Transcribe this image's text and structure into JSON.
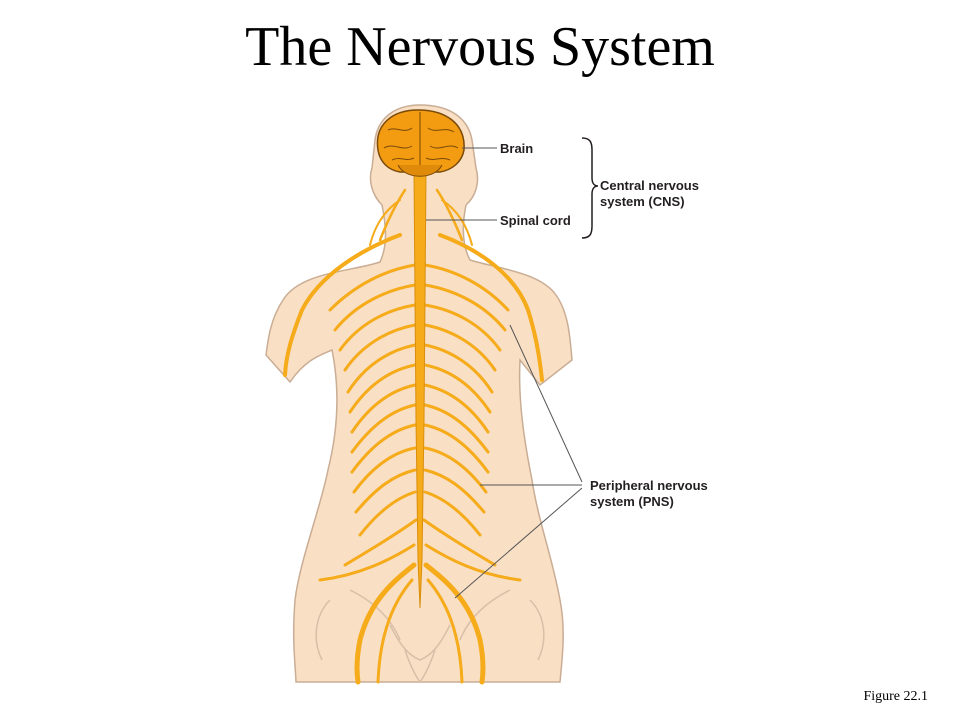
{
  "title": "The Nervous System",
  "figure_caption": "Figure 22.1",
  "labels": {
    "brain": "Brain",
    "spinal_cord": "Spinal cord",
    "cns_line1": "Central nervous",
    "cns_line2": "system (CNS)",
    "pns_line1": "Peripheral nervous",
    "pns_line2": "system (PNS)"
  },
  "colors": {
    "skin": "#f9dfc4",
    "skin_outline": "#c9ad95",
    "nerve": "#f5ab1a",
    "brain": "#f39c12",
    "brain_outline": "#7a4a08",
    "leader": "#555555"
  }
}
